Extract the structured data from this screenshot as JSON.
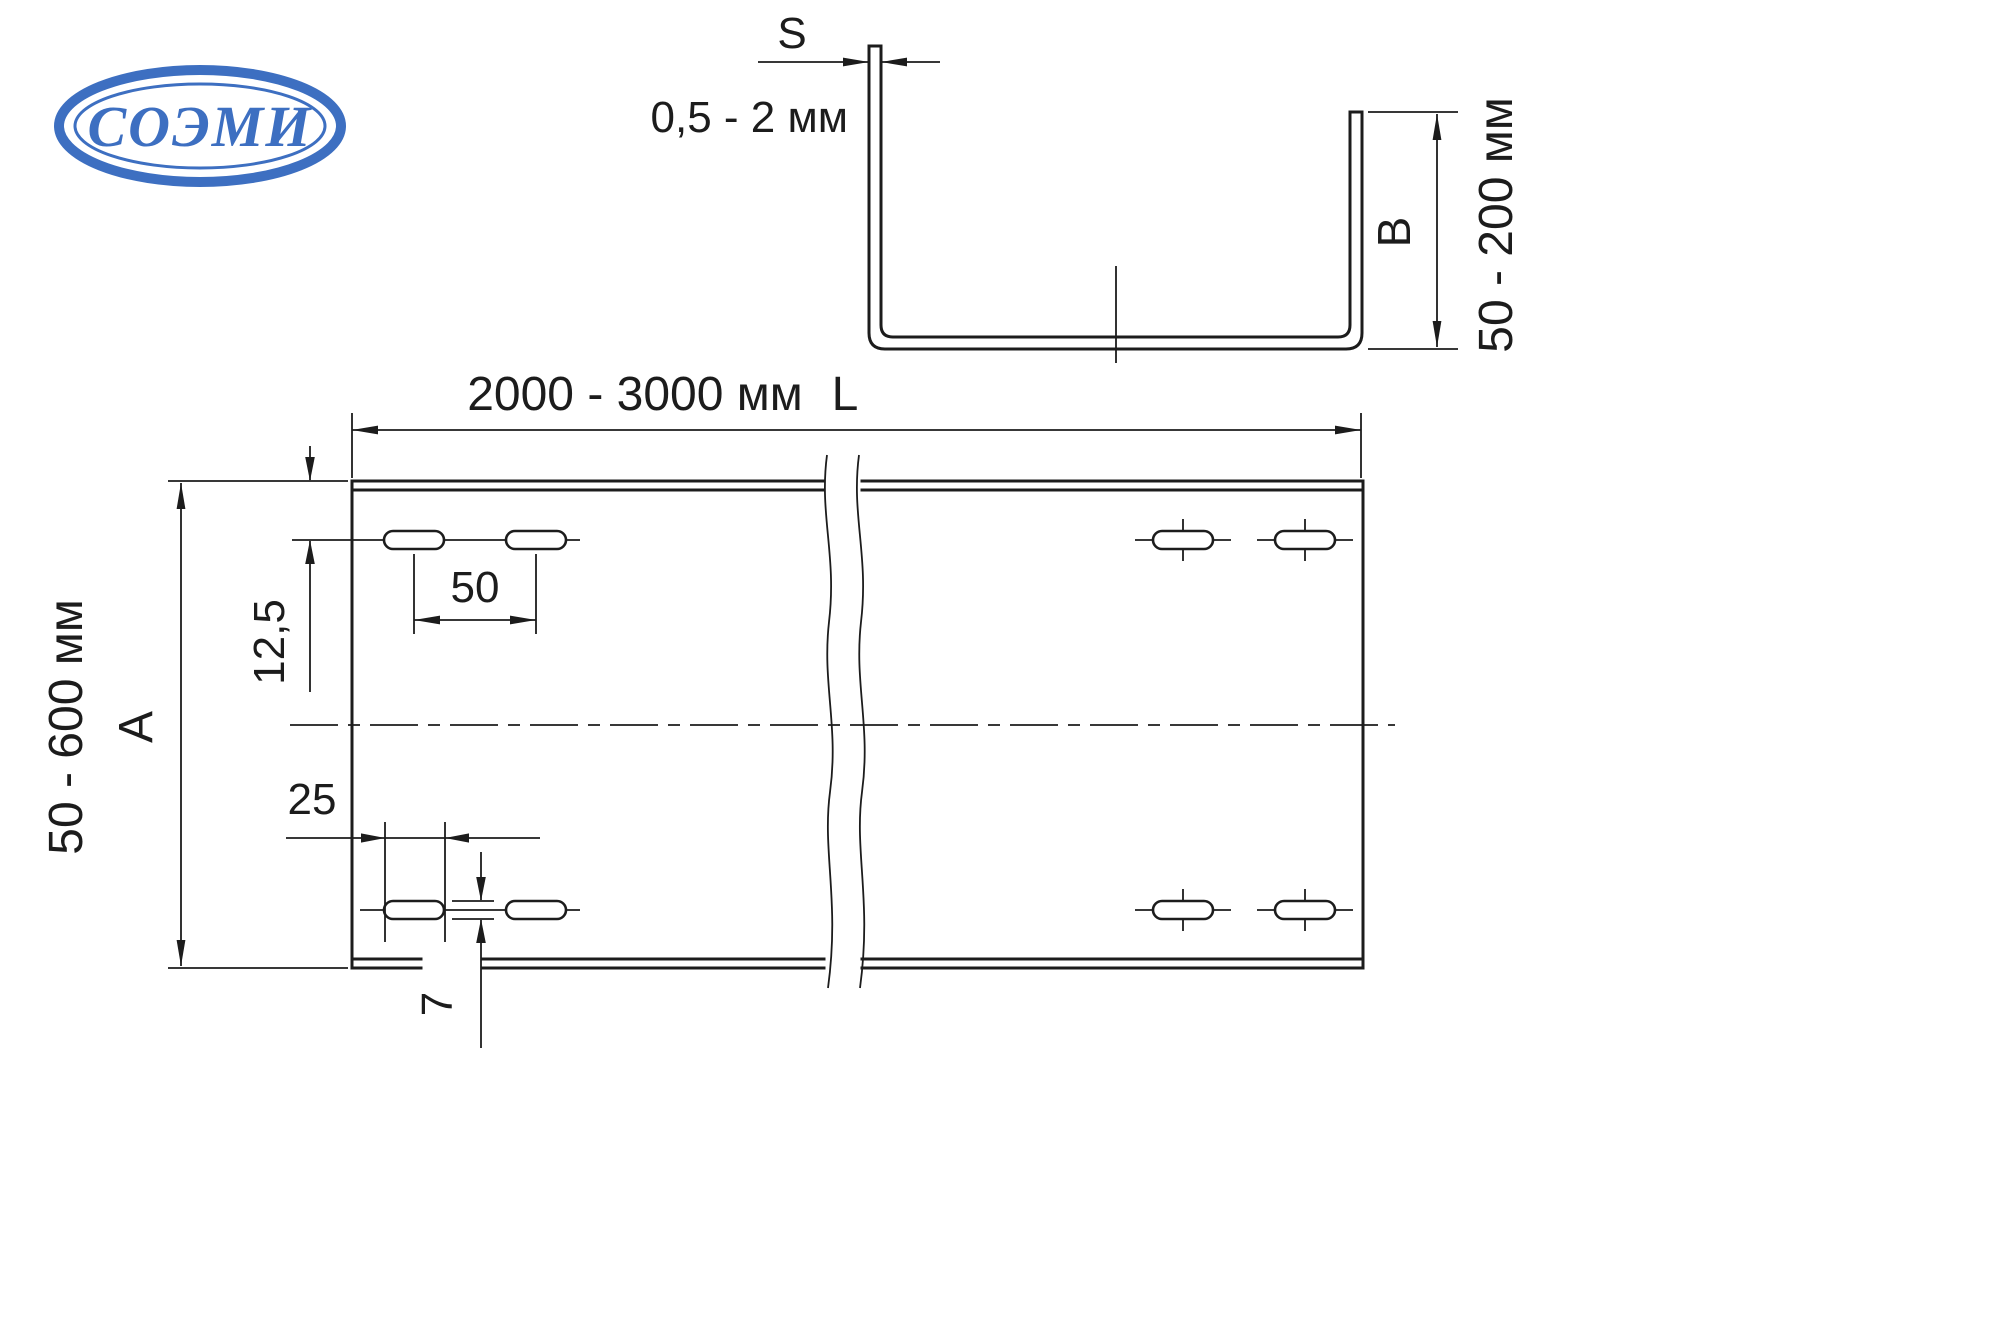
{
  "page": {
    "colors": {
      "line": "#1c1c1c",
      "brand": "#3d6fc1",
      "background": "#ffffff"
    }
  },
  "logo": {
    "text": "СОЭМИ"
  },
  "cross_section_view": {
    "thickness_symbol": "S",
    "thickness_range": "0,5 - 2 мм",
    "height_symbol": "B",
    "height_range": "50 - 200 мм"
  },
  "plan_view": {
    "length_range": "2000 - 3000 мм",
    "length_symbol": "L",
    "width_range": "50 - 600 мм",
    "width_symbol": "A",
    "dim_slot_pitch": "50",
    "dim_row_offset": "12,5",
    "dim_group_offset": "25",
    "dim_slot_width": "7"
  }
}
